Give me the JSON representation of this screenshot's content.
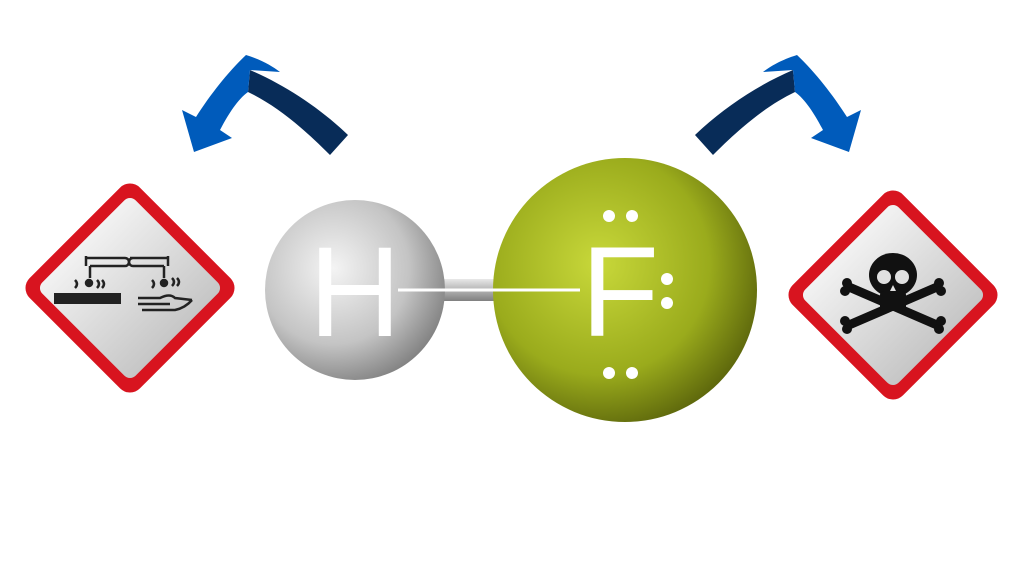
{
  "molecule": {
    "atoms": [
      {
        "symbol": "H",
        "color": "#c8c8c8"
      },
      {
        "symbol": "F",
        "color": "#a8b820"
      }
    ],
    "bond": "single",
    "fluorine_lone_pairs": 3
  },
  "hazard_signs": [
    {
      "name": "corrosive",
      "border_color": "#d8141f"
    },
    {
      "name": "toxic",
      "border_color": "#d8141f"
    }
  ],
  "arrow_colors": {
    "light": "#005bbb",
    "dark": "#082c58"
  }
}
